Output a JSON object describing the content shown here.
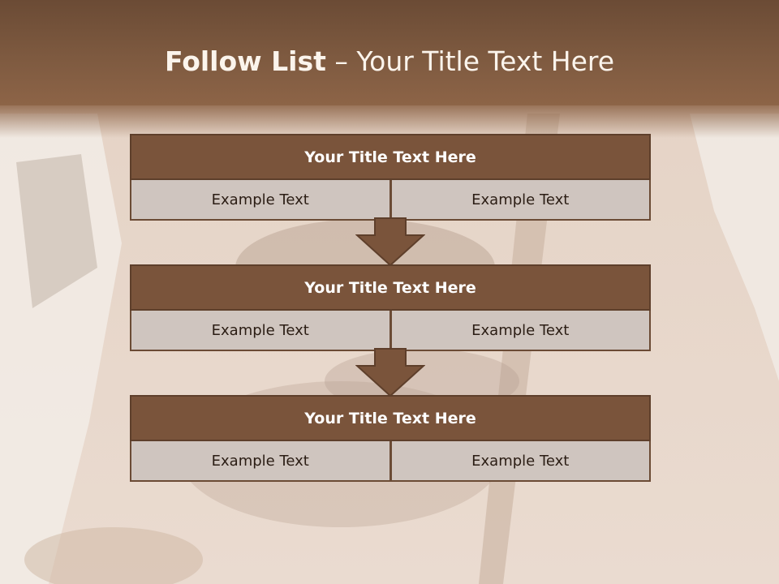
{
  "slide": {
    "title_bold": "Follow List",
    "title_rest": " – Your Title Text Here"
  },
  "blocks": [
    {
      "title": "Your Title Text Here",
      "cells": [
        "Example Text",
        "Example Text"
      ]
    },
    {
      "title": "Your Title Text Here",
      "cells": [
        "Example Text",
        "Example Text"
      ]
    },
    {
      "title": "Your Title Text Here",
      "cells": [
        "Example Text",
        "Example Text"
      ]
    }
  ],
  "colors": {
    "header": "#7e5a40",
    "block_title": "#7a543b",
    "block_cell": "#cfc5bf",
    "arrow": "#7a543b"
  }
}
